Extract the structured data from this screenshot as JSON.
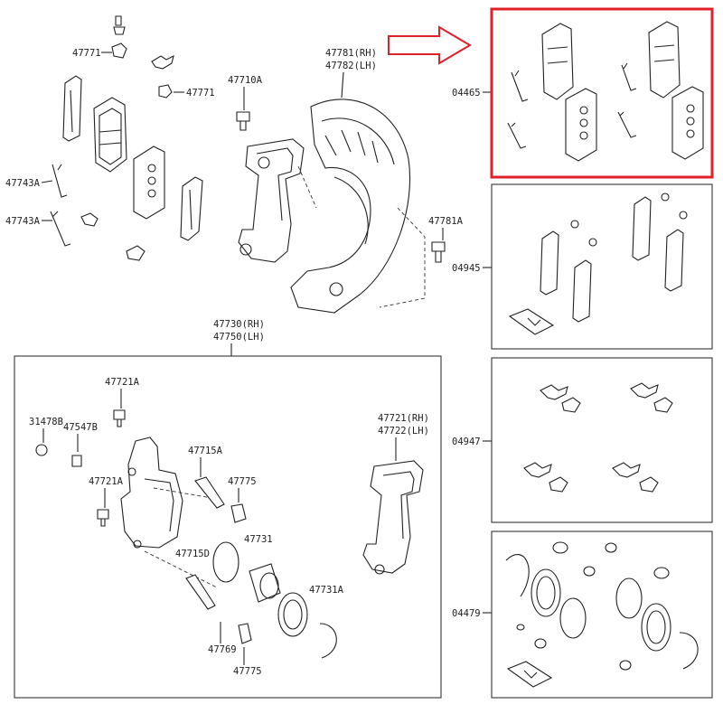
{
  "diagram": {
    "labels": {
      "p47771_a": "47771",
      "p47771_b": "47771",
      "p47743A_a": "47743A",
      "p47743A_b": "47743A",
      "p47710A": "47710A",
      "p47781_rh": "47781(RH)",
      "p47782_lh": "47782(LH)",
      "p47781A": "47781A",
      "p47730_rh": "47730(RH)",
      "p47750_lh": "47750(LH)",
      "p47721A_a": "47721A",
      "p47721A_b": "47721A",
      "p31478B": "31478B",
      "p47547B": "47547B",
      "p47715A": "47715A",
      "p47775_a": "47775",
      "p47775_b": "47775",
      "p47715D": "47715D",
      "p47731": "47731",
      "p47731A": "47731A",
      "p47769": "47769",
      "p47721_rh": "47721(RH)",
      "p47722_lh": "47722(LH)"
    },
    "kits": [
      {
        "id": "kit-pads",
        "code": "04465",
        "highlighted": true
      },
      {
        "id": "kit-shims",
        "code": "04945",
        "highlighted": false
      },
      {
        "id": "kit-clips",
        "code": "04947",
        "highlighted": false
      },
      {
        "id": "kit-seals",
        "code": "04479",
        "highlighted": false
      }
    ],
    "colors": {
      "highlight": "#e0202a",
      "line": "#222222",
      "background": "#ffffff"
    },
    "icons": [
      "arrow-right-icon"
    ]
  }
}
